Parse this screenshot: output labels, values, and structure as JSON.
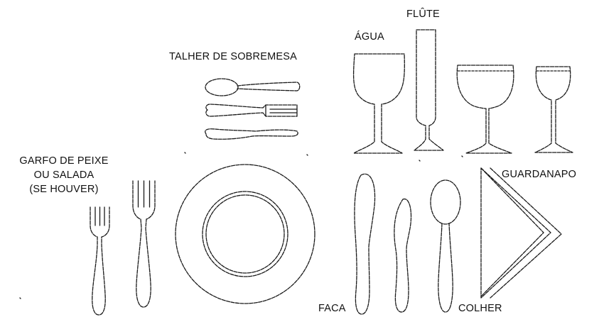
{
  "labels": {
    "flute": "FLÛTE",
    "agua": "ÁGUA",
    "talher_sobremesa": "TALHER DE SOBREMESA",
    "garfo_line1": "GARFO DE PEIXE",
    "garfo_line2": "OU SALADA",
    "garfo_line3": "(SE HOUVER)",
    "guardanapo": "GUARDANAPO",
    "faca": "FACA",
    "colher": "COLHER"
  },
  "colors": {
    "ink": "#1a1a1a",
    "background": "#ffffff"
  }
}
